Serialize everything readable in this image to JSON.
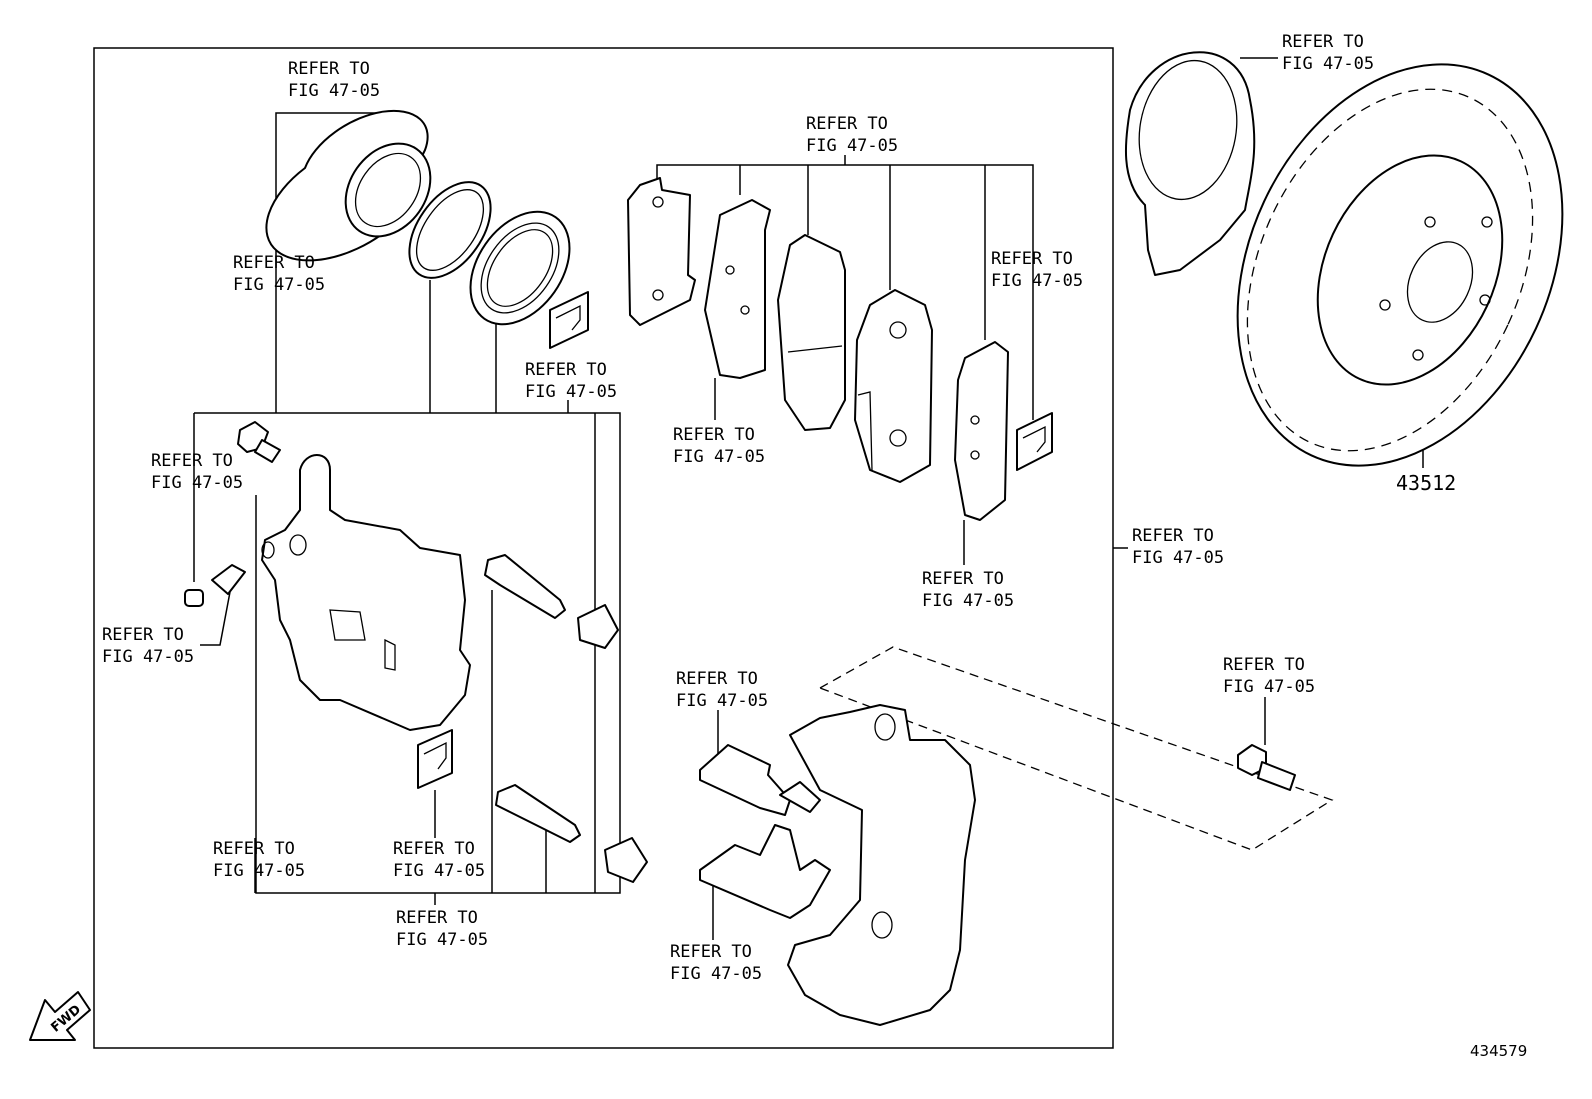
{
  "ref_text_line1": "REFER TO",
  "ref_text_line2": "FIG 47-05",
  "rotor_part_number": "43512",
  "diagram_id": "434579",
  "fwd_label": "FWD"
}
